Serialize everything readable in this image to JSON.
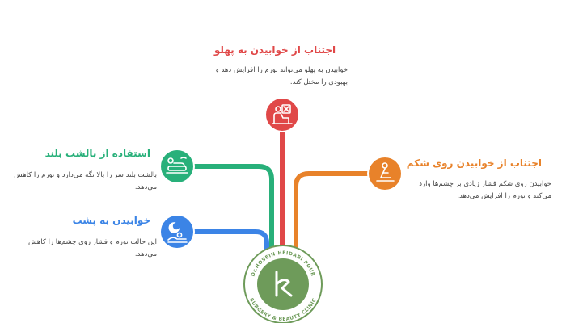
{
  "colors": {
    "red": "#e04848",
    "green": "#28b07a",
    "blue": "#3b84e6",
    "orange": "#e8822a",
    "logo": "#6e9b5a"
  },
  "items": [
    {
      "title": "اجتناب از خوابیدن به پهلو",
      "description": "خوابیدن به پهلو می‌تواند تورم را افزایش دهد و بهبودی را مختل کند.",
      "icon": "bed-person-icon",
      "color": "#e04848"
    },
    {
      "title": "استفاده از بالشت بلند",
      "description": "بالشت بلند سر را بالا نگه می‌دارد و تورم را کاهش می‌دهد.",
      "icon": "pillow-icon",
      "color": "#28b07a"
    },
    {
      "title": "خوابیدن به پشت",
      "description": "این حالت تورم و فشار روی چشم‌ها را کاهش می‌دهد.",
      "icon": "sleep-moon-icon",
      "color": "#3b84e6"
    },
    {
      "title": "اجتناب از خوابیدن روی شکم",
      "description": "خوابیدن روی شکم فشار زیادی بر چشم‌ها وارد می‌کند و تورم را افزایش می‌دهد.",
      "icon": "person-lying-icon",
      "color": "#e8822a"
    }
  ],
  "logo": {
    "text_top": "Dr.HOSEIN HEIDARI POUR",
    "text_bottom": "SURGERY & BEAUTY CLINIC"
  }
}
